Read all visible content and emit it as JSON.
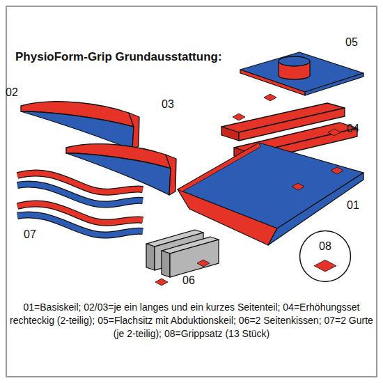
{
  "diagram": {
    "title": "PhysioForm-Grip Grundausstattung:",
    "caption": "01=Basiskeil; 02/03=je ein langes und ein kurzes Seitenteil; 04=Erhöhungsset rechteckig (2-teilig); 05=Flachsitz mit Abduktionskeil; 06=2 Seitenkissen; 07=2 Gurte (je 2-teilig); 08=Grippsatz (13 Stück)",
    "nodes": [
      {
        "text": [
          "08"
        ]
      }
    ],
    "labels": [
      "05",
      "02",
      "03",
      "04",
      "01",
      "07",
      "06"
    ]
  }
}
